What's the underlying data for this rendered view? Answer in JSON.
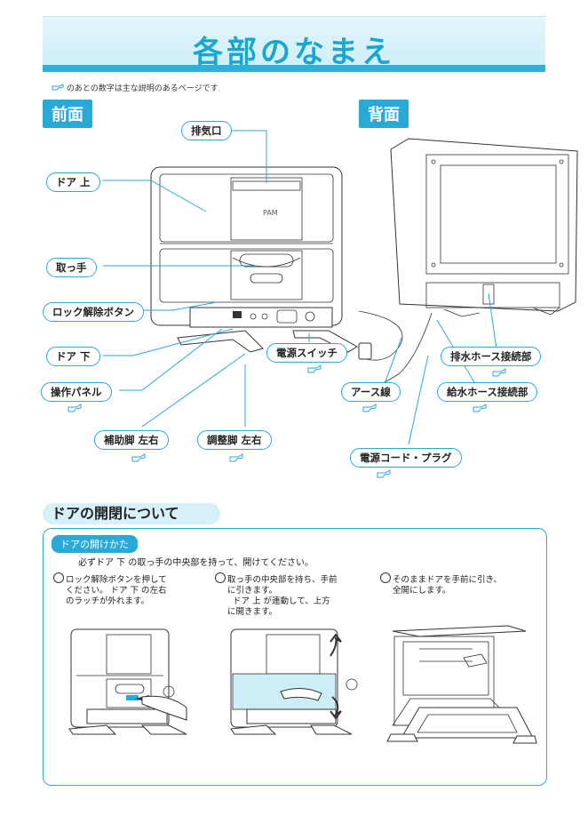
{
  "title": "各部のなまえ",
  "note": "のあとの数字は主な説明のあるページです",
  "front": {
    "heading": "前面",
    "labels": {
      "exhaust": "排気口",
      "door_upper": "ドア 上",
      "handle": "取っ手",
      "lock_button": "ロック解除ボタン",
      "door_lower": "ドア 下",
      "power_switch": "電源スイッチ",
      "panel": "操作パネル",
      "aux_leg": "補助脚 左右",
      "adj_leg": "調整脚 左右"
    },
    "brand": "PAM"
  },
  "back": {
    "heading": "背面",
    "labels": {
      "drain": "排水ホース接続部",
      "supply": "給水ホース接続部",
      "earth": "アース線",
      "cord": "電源コード・プラグ"
    }
  },
  "door": {
    "heading": "ドアの開閉について",
    "subheading": "ドアの開けかた",
    "description": "必ずドア 下 の取っ手の中央部を持って、開けてください。",
    "steps": [
      {
        "line1": "ロック解除ボタンを押して",
        "line2": "ください。 ドア 下 の左右",
        "line3": "のラッチが外れます。"
      },
      {
        "line1": "取っ手の中央部を持ち、手前",
        "line2": "に引きます。",
        "line3": "ドア 上 が連動して、上方",
        "line4": "に開きます。"
      },
      {
        "line1": "そのままドアを手前に引き、",
        "line2": "全開にします。"
      }
    ]
  },
  "colors": {
    "accent": "#29a9d6",
    "banner": "#d7f1f9"
  }
}
